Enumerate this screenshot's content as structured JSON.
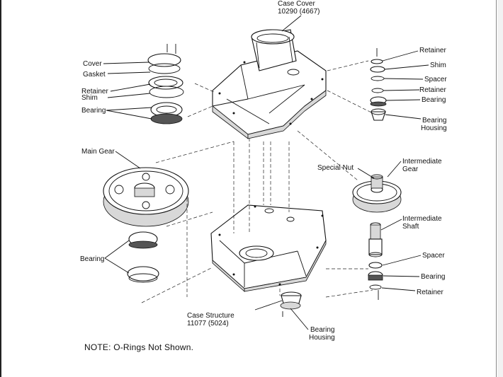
{
  "labels": {
    "case_cover": "Case Cover",
    "case_cover_num": "10290 (4667)",
    "cover": "Cover",
    "gasket": "Gasket",
    "retainer_left": "Retainer",
    "shim_left": "Shim",
    "bearing_left": "Bearing",
    "main_gear": "Main Gear",
    "bearing_lower_left": "Bearing",
    "case_structure": "Case Structure",
    "case_structure_num": "11077 (5024)",
    "bearing_housing_bottom_1": "Bearing",
    "bearing_housing_bottom_2": "Housing",
    "retainer_r1": "Retainer",
    "shim_r": "Shim",
    "spacer_r1": "Spacer",
    "retainer_r2": "Retainer",
    "bearing_r1": "Bearing",
    "bearing_housing_r_1": "Bearing",
    "bearing_housing_r_2": "Housing",
    "special_nut": "Special Nut",
    "intermediate_gear_1": "Intermediate",
    "intermediate_gear_2": "Gear",
    "intermediate_shaft_1": "Intermediate",
    "intermediate_shaft_2": "Shaft",
    "spacer_r2": "Spacer",
    "bearing_r2": "Bearing",
    "retainer_r3": "Retainer"
  },
  "note": "NOTE: O-Rings Not Shown."
}
